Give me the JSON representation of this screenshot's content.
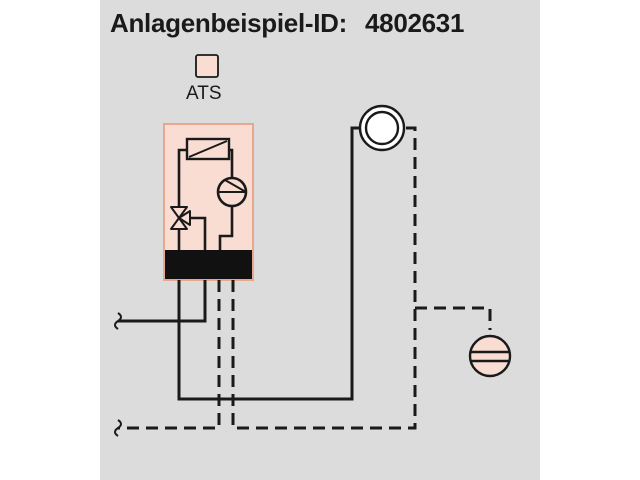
{
  "title": {
    "label": "Anlagenbeispiel-ID:",
    "id": "4802631"
  },
  "ats": {
    "label": "ATS"
  },
  "colors": {
    "background": "#dcdcdc",
    "unit_fill": "#f9ddd3",
    "unit_border": "#e8a890",
    "line": "#1a1a1a",
    "base": "#111111"
  },
  "icons": [
    "ats-sensor-icon",
    "heat-exchanger-icon",
    "pump-icon",
    "three-way-valve-icon",
    "storage-tank-icon",
    "radiator-icon"
  ]
}
